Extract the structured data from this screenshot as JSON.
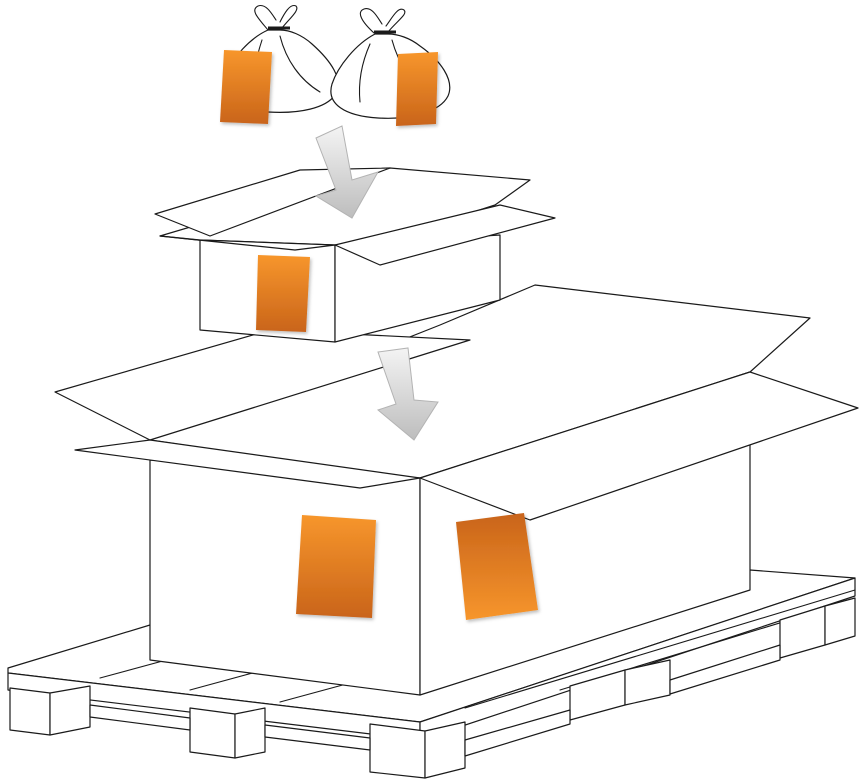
{
  "diagram": {
    "type": "illustration",
    "steps": [
      {
        "item": "bag",
        "count": 2,
        "icon": "bag-icon",
        "labelled": true
      },
      {
        "item": "inner-box",
        "count": 1,
        "icon": "box-icon",
        "labelled": true
      },
      {
        "item": "outer-box",
        "count": 1,
        "icon": "box-icon",
        "labels": 2
      },
      {
        "item": "pallet",
        "count": 1,
        "icon": "pallet-icon"
      }
    ],
    "arrows": 2
  },
  "colors": {
    "background": "#ffffff",
    "outline": "#1a1a1a",
    "label_light": "#f7962c",
    "label_dark": "#c9641a",
    "arrow_light": "#f2f2f2",
    "arrow_dark": "#bdbdbd"
  }
}
